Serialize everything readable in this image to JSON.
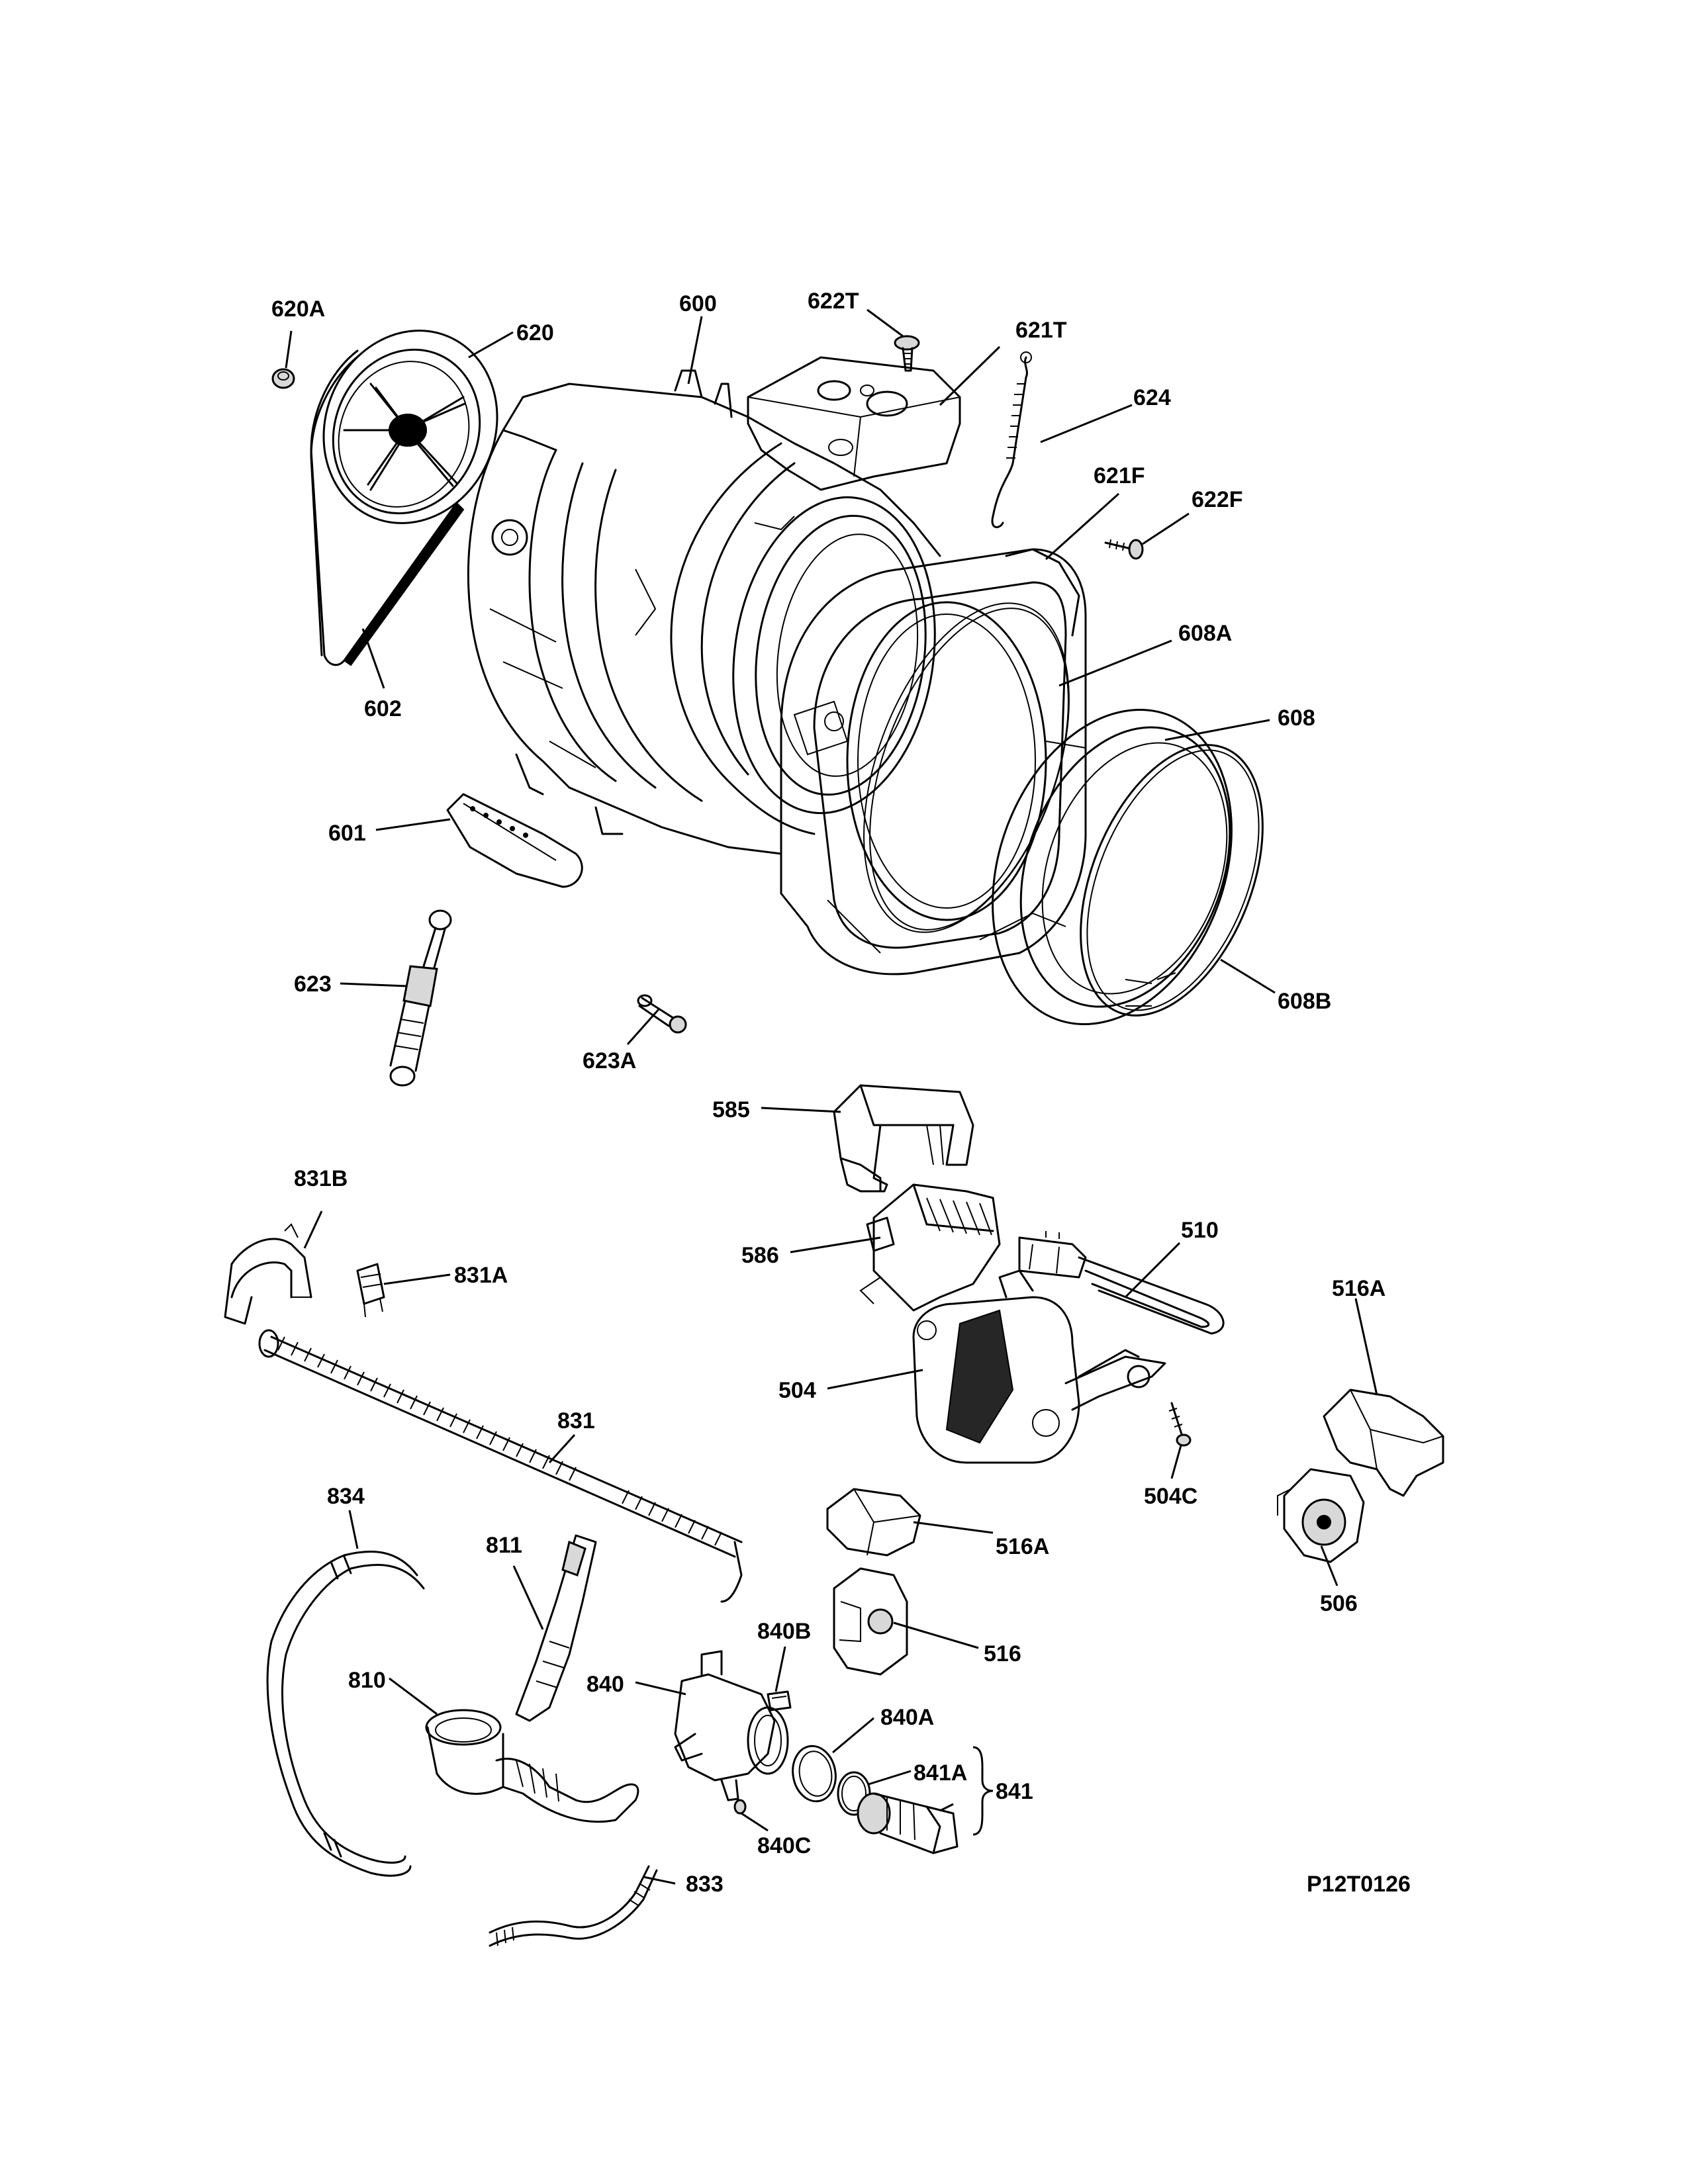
{
  "diagram": {
    "drawing_id": "P12T0126",
    "callouts": {
      "c620A": "620A",
      "c620": "620",
      "c600": "600",
      "c622T": "622T",
      "c621T": "621T",
      "c624": "624",
      "c621F": "621F",
      "c622F": "622F",
      "c608A": "608A",
      "c608": "608",
      "c608B": "608B",
      "c602": "602",
      "c601": "601",
      "c623": "623",
      "c623A": "623A",
      "c585": "585",
      "c586": "586",
      "c510": "510",
      "c516A_upper": "516A",
      "c504": "504",
      "c504C": "504C",
      "c831B": "831B",
      "c831A": "831A",
      "c831": "831",
      "c834": "834",
      "c811": "811",
      "c516A_lower": "516A",
      "c516": "516",
      "c506": "506",
      "c840B": "840B",
      "c840": "840",
      "c810": "810",
      "c840A": "840A",
      "c841A": "841A",
      "c841": "841",
      "c840C": "840C",
      "c833": "833"
    }
  }
}
